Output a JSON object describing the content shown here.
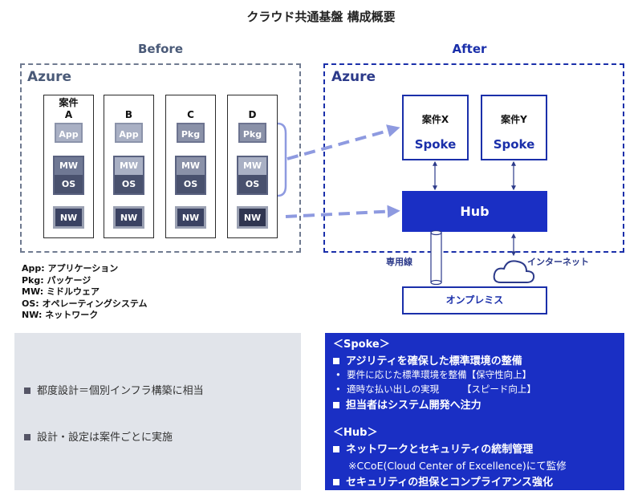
{
  "title": "クラウド共通基盤 構成概要",
  "before": {
    "label": "Before",
    "azure": "Azure",
    "columns": [
      {
        "label1": "案件",
        "label2": "A",
        "top": "App",
        "mw": "MW",
        "os": "OS",
        "nw": "NW"
      },
      {
        "label1": "",
        "label2": "B",
        "top": "App",
        "mw": "MW",
        "os": "OS",
        "nw": "NW"
      },
      {
        "label1": "",
        "label2": "C",
        "top": "Pkg",
        "mw": "MW",
        "os": "OS",
        "nw": "NW"
      },
      {
        "label1": "",
        "label2": "D",
        "top": "Pkg",
        "mw": "MW",
        "os": "OS",
        "nw": "NW"
      }
    ]
  },
  "after": {
    "label": "After",
    "azure": "Azure",
    "spokes": [
      {
        "case": "案件X",
        "name": "Spoke"
      },
      {
        "case": "案件Y",
        "name": "Spoke"
      }
    ],
    "hub": "Hub",
    "onprem": "オンプレミス",
    "dedicated_line": "専用線",
    "internet": "インターネット"
  },
  "legend": [
    "App: アプリケーション",
    "Pkg: パッケージ",
    "MW: ミドルウェア",
    "OS: オペレーティングシステム",
    "NW: ネットワーク"
  ],
  "before_points": [
    "都度設計＝個別インフラ構築に相当",
    "設計・設定は案件ごとに実施"
  ],
  "after_points": {
    "spoke_head": "＜Spoke＞",
    "spoke_main1": "アジリティを確保した標準環境の整備",
    "spoke_sub1": "要件に応じた標準環境を整備【保守性向上】",
    "spoke_sub2": "適時な払い出しの実現　　　【スピード向上】",
    "spoke_main2": "担当者はシステム開発へ注力",
    "hub_head": "＜Hub＞",
    "hub_main1": "ネットワークとセキュリティの統制管理",
    "hub_note": "※CCoE(Cloud Center of Excellence)にて監修",
    "hub_main2": "セキュリティの担保とコンプライアンス強化"
  },
  "colors": {
    "accent_blue": "#1a2fc4",
    "dark_blue": "#1a2faa",
    "gray_frame": "#6f7a90",
    "panel_gray": "#e1e4ea",
    "arrow_light": "#8e9ae0"
  }
}
